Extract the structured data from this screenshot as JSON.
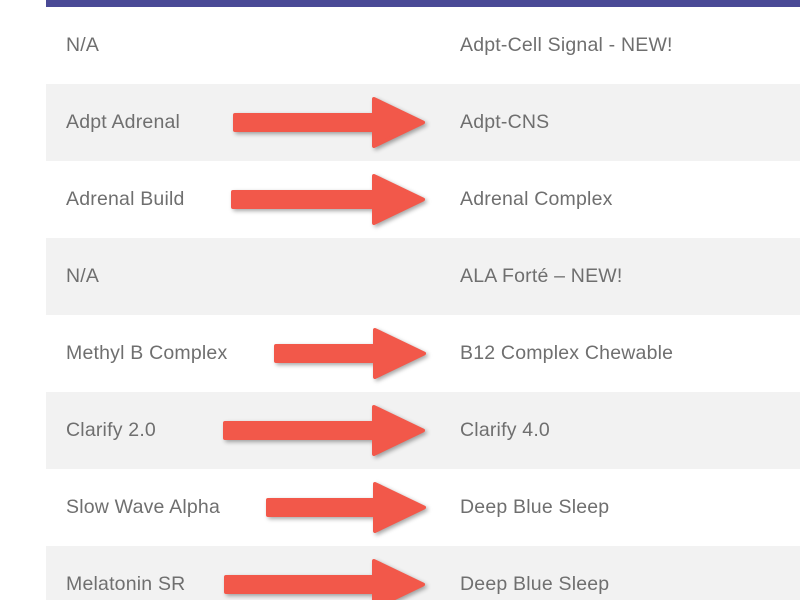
{
  "colors": {
    "top_bar": "#4a4a96",
    "row_shade": "#f2f2f2",
    "text": "#6f6f6f",
    "arrow": "#f2584a"
  },
  "rows": [
    {
      "old_name": "N/A",
      "new_name": "Adpt-Cell Signal - NEW!",
      "arrow": false,
      "shaded": false
    },
    {
      "old_name": "Adpt Adrenal",
      "new_name": "Adpt-CNS",
      "arrow": true,
      "shaded": true
    },
    {
      "old_name": "Adrenal Build",
      "new_name": "Adrenal Complex",
      "arrow": true,
      "shaded": false
    },
    {
      "old_name": "N/A",
      "new_name": "ALA Forté – NEW!",
      "arrow": false,
      "shaded": true
    },
    {
      "old_name": "Methyl B Complex",
      "new_name": "B12 Complex Chewable",
      "arrow": true,
      "shaded": false
    },
    {
      "old_name": "Clarify 2.0",
      "new_name": "Clarify 4.0",
      "arrow": true,
      "shaded": true
    },
    {
      "old_name": "Slow Wave Alpha",
      "new_name": "Deep Blue Sleep",
      "arrow": true,
      "shaded": false
    },
    {
      "old_name": "Melatonin SR",
      "new_name": "Deep Blue Sleep",
      "arrow": true,
      "shaded": true
    }
  ]
}
